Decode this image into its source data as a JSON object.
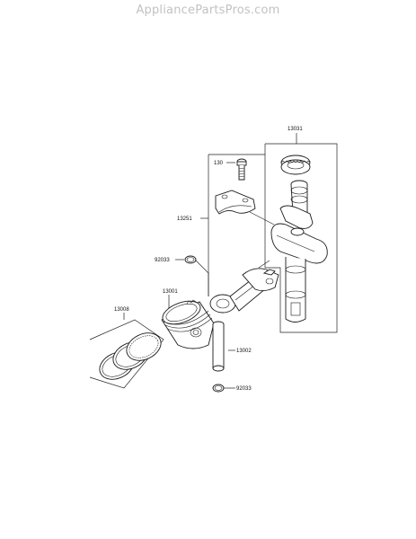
{
  "header": {
    "watermark": "AppliancePartsPros.com"
  },
  "diagram": {
    "labels": {
      "crankshaft": "13031",
      "bolt": "130",
      "rod_assembly": "13251",
      "clip_upper": "92033",
      "piston": "13001",
      "rings": "13008",
      "pin": "13002",
      "clip_lower": "92033"
    }
  }
}
